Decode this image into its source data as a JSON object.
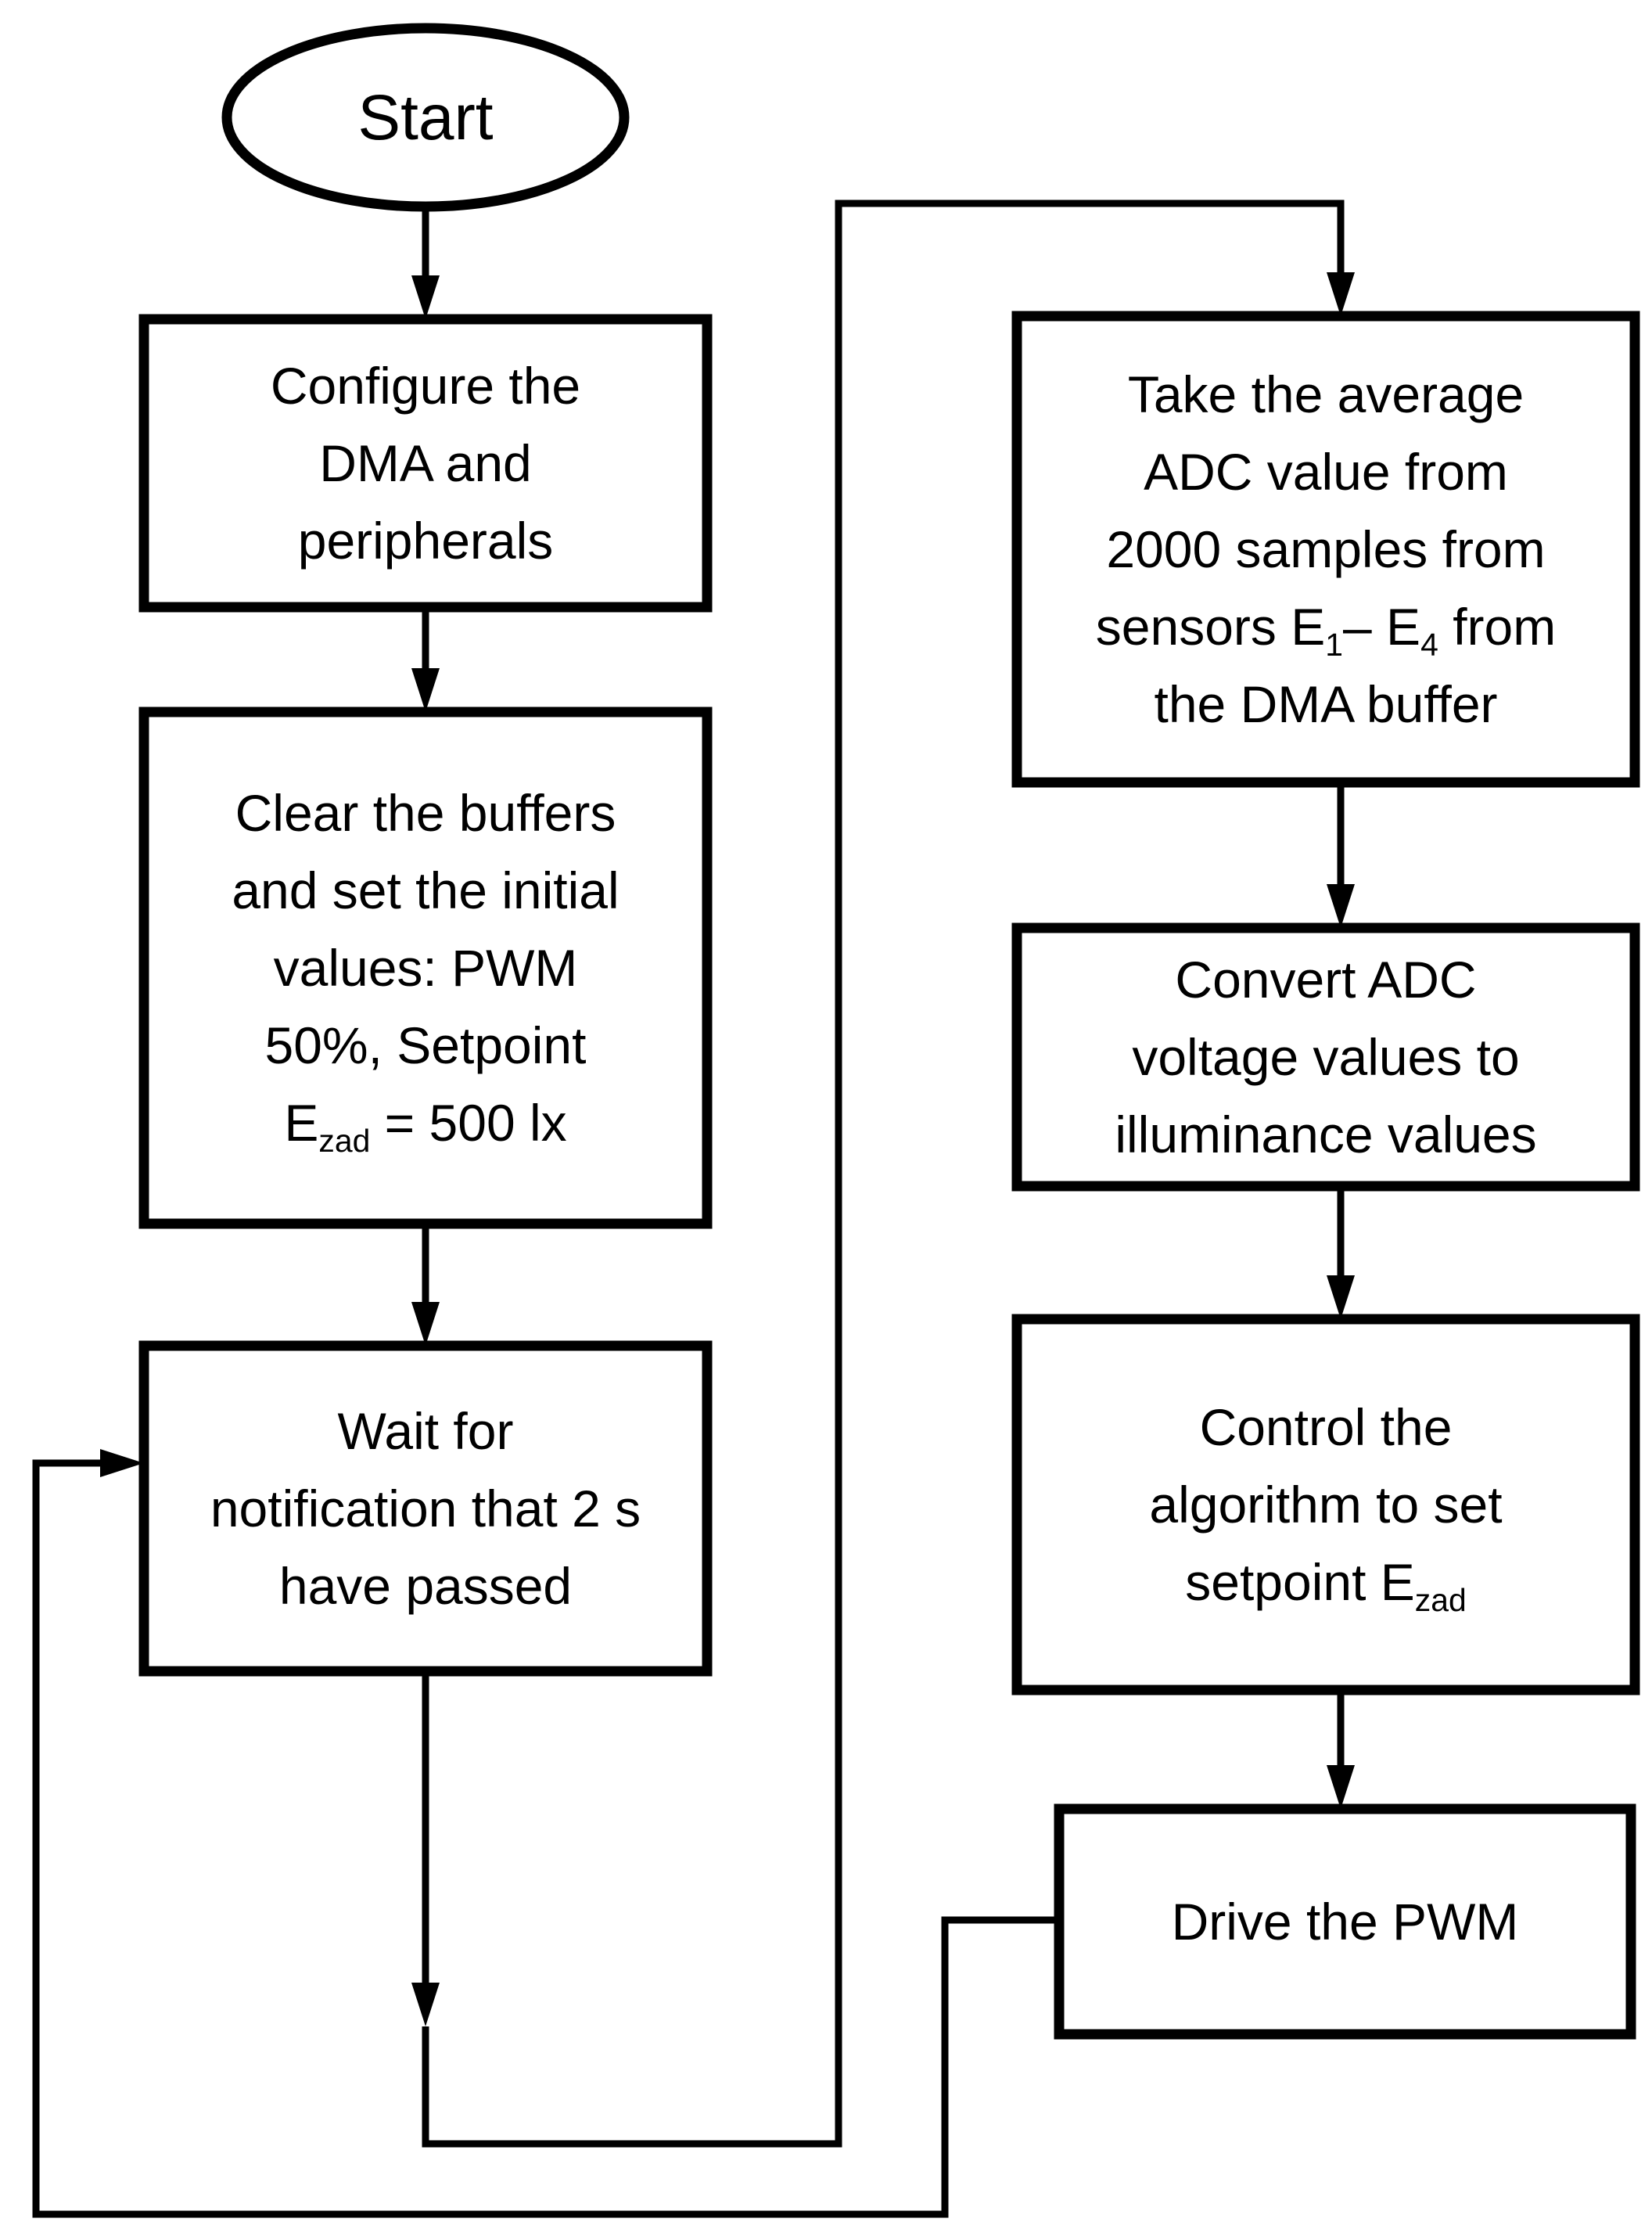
{
  "colors": {
    "ink": "#000000",
    "background": "#ffffff"
  },
  "start": {
    "label": "Start"
  },
  "left_column": {
    "configure_box": {
      "lines": [
        "Configure the",
        "DMA and",
        "peripherals"
      ]
    },
    "clear_box": {
      "lines": [
        "Clear the buffers",
        "and set the initial",
        "values: PWM",
        "50%, Setpoint",
        "E_{zad} = 500 lx"
      ]
    },
    "wait_box": {
      "lines": [
        "Wait for",
        "notification that 2 s",
        "have passed"
      ]
    }
  },
  "right_column": {
    "average_box": {
      "lines": [
        "Take the average",
        "ADC value from",
        "2000 samples from",
        "sensors E_{1}– E_{4} from",
        "the DMA buffer"
      ]
    },
    "convert_box": {
      "lines": [
        "Convert ADC",
        "voltage values to",
        "illuminance values"
      ]
    },
    "control_box": {
      "lines": [
        "Control the",
        "algorithm to set",
        "setpoint E_{zad}"
      ]
    },
    "drive_box": {
      "lines": [
        "Drive the PWM"
      ]
    }
  }
}
